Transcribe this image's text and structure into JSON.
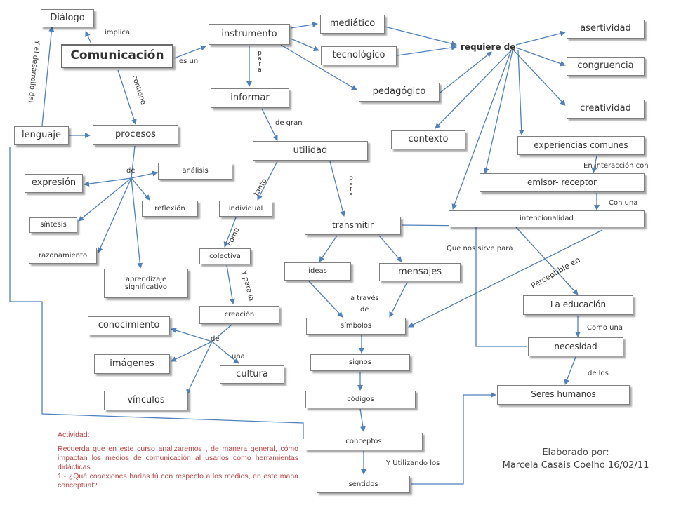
{
  "nodes": {
    "dialogo": "Diálogo",
    "comunicacion": "Comunicación",
    "lenguaje": "lenguaje",
    "procesos": "procesos",
    "expresion": "expresión",
    "analisis": "análisis",
    "reflexion": "reflexión",
    "sintesis": "síntesis",
    "razonamiento": "razonamiento",
    "aprendizaje_line1": "aprendizaje",
    "aprendizaje_line2": "significativo",
    "conocimiento": "conocimiento",
    "imagenes": "imágenes",
    "vinculos": "vínculos",
    "instrumento": "instrumento",
    "informar": "informar",
    "utilidad": "utilidad",
    "individual": "individual",
    "colectiva": "colectiva",
    "creacion": "creación",
    "cultura": "cultura",
    "mediatico": "mediático",
    "tecnologico": "tecnológico",
    "pedagogico": "pedagógico",
    "transmitir": "transmitir",
    "ideas": "ideas",
    "mensajes": "mensajes",
    "simbolos": "símbolos",
    "signos": "signos",
    "codigos": "códigos",
    "conceptos": "conceptos",
    "sentidos": "sentidos",
    "contexto": "contexto",
    "asertividad": "asertividad",
    "congruencia": "congruencia",
    "creatividad": "creatividad",
    "experiencias": "experiencias comunes",
    "emisor": "emisor- receptor",
    "intencionalidad": "intencionalidad",
    "educacion": "La educación",
    "necesidad": "necesidad",
    "seres": "Seres humanos"
  },
  "labels": {
    "implica": "implica",
    "desarrollo": "Y el desarrollo del",
    "es_un": "es un",
    "contiene": "contiene",
    "de_procesos": "de",
    "para1": "para",
    "de_gran": "de gran",
    "tanto": "tanto",
    "para2": "para",
    "como1": "como",
    "y_para_la": "Y para la",
    "de_creacion": "de",
    "una": "una",
    "a_traves": "a través",
    "de_traves": "de",
    "y_utilizando": "Y Utilizando los",
    "requiere": "requiere de",
    "en_interaccion": "En interacción con",
    "con_una": "Con una",
    "que_nos_sirve": "Que nos sirve para",
    "perceptible": "Perceptible en",
    "como_una": "Como una",
    "de_los": "de los"
  },
  "activity": {
    "title": "Actividad:",
    "paragraph": "Recuerda que en este curso analizaremos , de manera general, cómo impactan los medios de comunicación al usarlos como herramientas didácticas.",
    "question": "1.- ¿Qué conexiones harías tú con respecto a los medios, en este mapa conceptual?"
  },
  "author": {
    "line1": "Elaborado por:",
    "line2": "Marcela Casais Coelho 16/02/11"
  },
  "colors": {
    "connector": "#4f81bd",
    "node_border": "#7f7f7f",
    "activity_text": "#c04545"
  }
}
